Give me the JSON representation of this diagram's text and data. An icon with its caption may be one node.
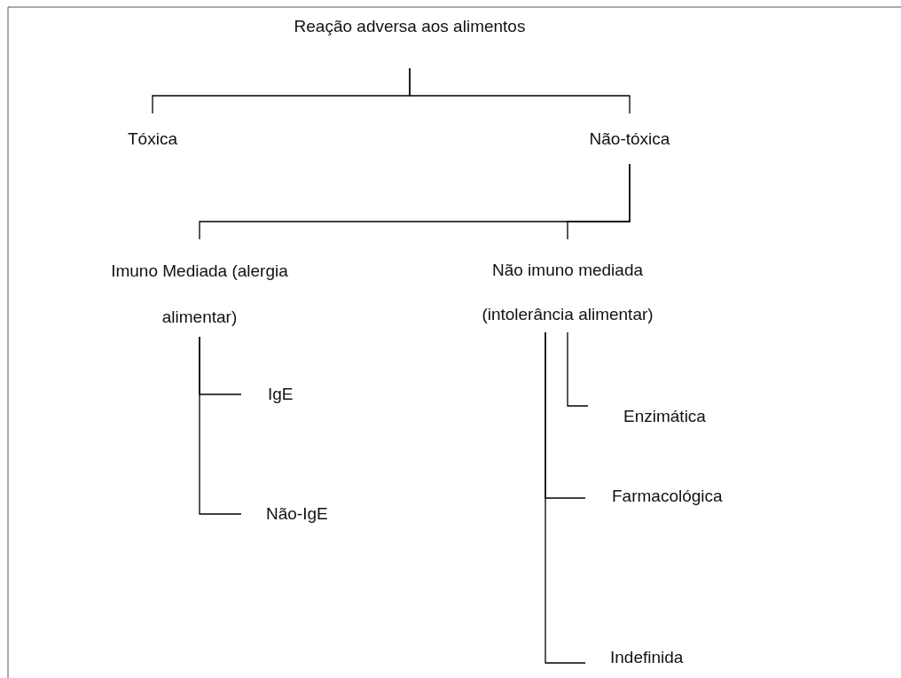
{
  "diagram": {
    "nodes": [
      {
        "text": [
          "Reação adversa aos alimentos"
        ]
      },
      {
        "text": [
          "Tóxica"
        ]
      },
      {
        "text": [
          "Não-tóxica"
        ]
      },
      {
        "text": [
          "Imuno Mediada (alergia alimentar)"
        ]
      },
      {
        "text": [
          "Não imuno mediada (intolerância alimentar)"
        ]
      },
      {
        "text": [
          "IgE"
        ]
      },
      {
        "text": [
          "Não-IgE"
        ]
      },
      {
        "text": [
          "Enzimática"
        ]
      },
      {
        "text": [
          "Farmacológica"
        ]
      },
      {
        "text": [
          "Indefinida"
        ]
      }
    ],
    "edges": [
      {
        "from": 0,
        "to": 1,
        "arrow": "none"
      },
      {
        "from": 0,
        "to": 2,
        "arrow": "none"
      },
      {
        "from": 2,
        "to": 3,
        "arrow": "none"
      },
      {
        "from": 2,
        "to": 4,
        "arrow": "none"
      },
      {
        "from": 3,
        "to": 5,
        "arrow": "none"
      },
      {
        "from": 3,
        "to": 6,
        "arrow": "none"
      },
      {
        "from": 4,
        "to": 7,
        "arrow": "none"
      },
      {
        "from": 4,
        "to": 8,
        "arrow": "none"
      },
      {
        "from": 4,
        "to": 9,
        "arrow": "none"
      }
    ]
  }
}
